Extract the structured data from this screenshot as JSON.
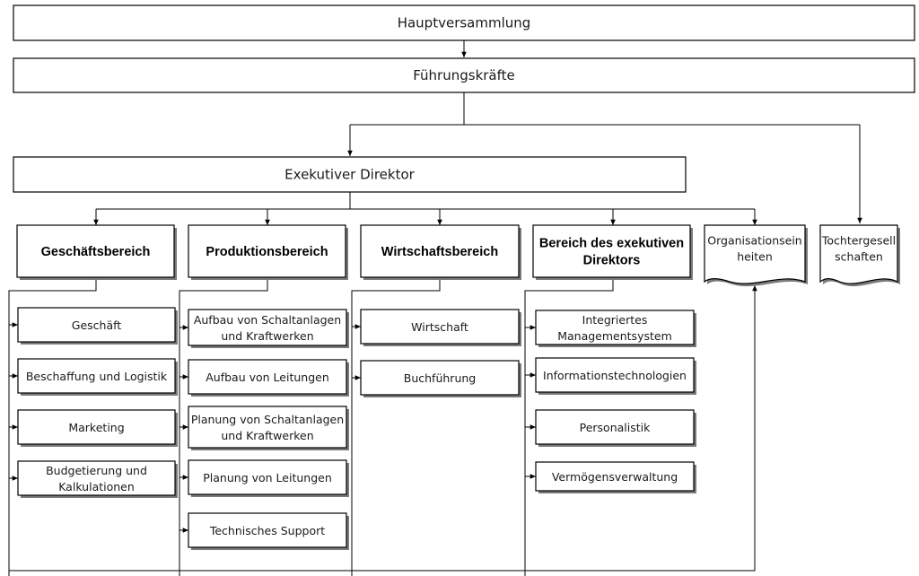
{
  "top": {
    "hauptversammlung": "Hauptversammlung",
    "fuehrungskraefte": "Führungskräfte",
    "exekutiver_direktor": "Exekutiver Direktor"
  },
  "divisions": [
    {
      "title": [
        "Geschäftsbereich"
      ],
      "units": [
        [
          "Geschäft"
        ],
        [
          "Beschaffung und Logistik"
        ],
        [
          "Marketing"
        ],
        [
          "Budgetierung und",
          "Kalkulationen"
        ]
      ]
    },
    {
      "title": [
        "Produktionsbereich"
      ],
      "units": [
        [
          "Aufbau von Schaltanlagen",
          "und Kraftwerken"
        ],
        [
          "Aufbau von Leitungen"
        ],
        [
          "Planung von Schaltanlagen",
          "und Kraftwerken"
        ],
        [
          "Planung von Leitungen"
        ],
        [
          "Technisches Support"
        ]
      ]
    },
    {
      "title": [
        "Wirtschaftsbereich"
      ],
      "units": [
        [
          "Wirtschaft"
        ],
        [
          "Buchführung"
        ]
      ]
    },
    {
      "title": [
        "Bereich des exekutiven",
        "Direktors"
      ],
      "units": [
        [
          "Integriertes",
          "Managementsystem"
        ],
        [
          "Informationstechnologien"
        ],
        [
          "Personalistik"
        ],
        [
          "Vermögensverwaltung"
        ]
      ]
    }
  ],
  "side": {
    "organisationseinheiten": [
      "Organisationsein",
      "heiten"
    ],
    "tochtergesellschaften": [
      "Tochtergesell",
      "schaften"
    ]
  },
  "colors": {
    "box_fill": "#ffffff",
    "border": "#000000",
    "shadow": "#7a7a7a",
    "text": "#1a1a1a"
  }
}
